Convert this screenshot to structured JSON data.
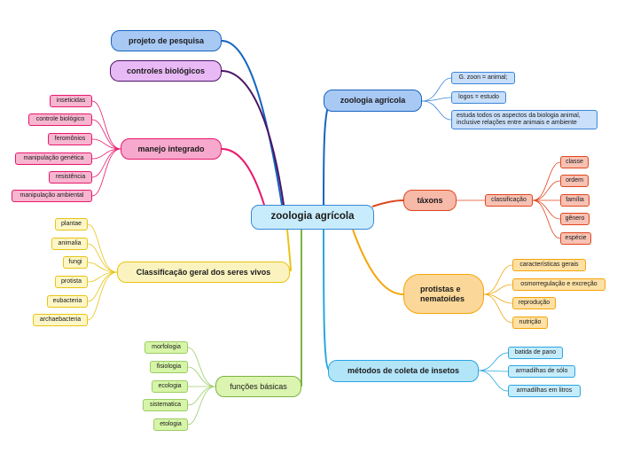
{
  "root": "zoologia agrícola",
  "branches": {
    "projeto": "projeto de pesquisa",
    "controles": "controles biológicos",
    "manejo": {
      "label": "manejo integrado",
      "items": [
        "inseticidas",
        "controle biológico",
        "feromônios",
        "manipulação genética",
        "resistência",
        "manipulação ambiental"
      ]
    },
    "classificacao": {
      "label": "Classificação geral dos seres vivos",
      "items": [
        "plantae",
        "animalia",
        "fungi",
        "protista",
        "eubacteria",
        "archaebacteria"
      ]
    },
    "funcoes": {
      "label": "funções básicas",
      "items": [
        "morfologia",
        "fisiologia",
        "ecologia",
        "sistematica",
        "etologia"
      ]
    },
    "zoologia": {
      "label": "zoologia agrícola",
      "items": [
        "G. zoon = animal;",
        "logos = estudo",
        "estuda todos os aspectos da biologia animal, inclusive relações entre animais e ambiente"
      ]
    },
    "taxons": {
      "label": "táxons",
      "sub": "classificação",
      "items": [
        "classe",
        "ordem",
        "família",
        "gênero",
        "espécie"
      ]
    },
    "protistas": {
      "label": "protistas e nematoides",
      "items": [
        "características gerais",
        "osmorregulação e excreção",
        "reprodução",
        "nutrição"
      ]
    },
    "metodos": {
      "label": "métodos de coleta de insetos",
      "items": [
        "batida de pano",
        "armadilhas de sólo",
        "armadilhas em litros"
      ]
    }
  },
  "colors": {
    "projeto": "#1565c0",
    "controles": "#4a1466",
    "manejo": "#e8186d",
    "classificacao": "#e8c414",
    "funcoes": "#7cb342",
    "zoologia": "#1565c0",
    "taxons": "#e0461e",
    "protistas": "#f5a50a",
    "metodos": "#29a6e0"
  }
}
